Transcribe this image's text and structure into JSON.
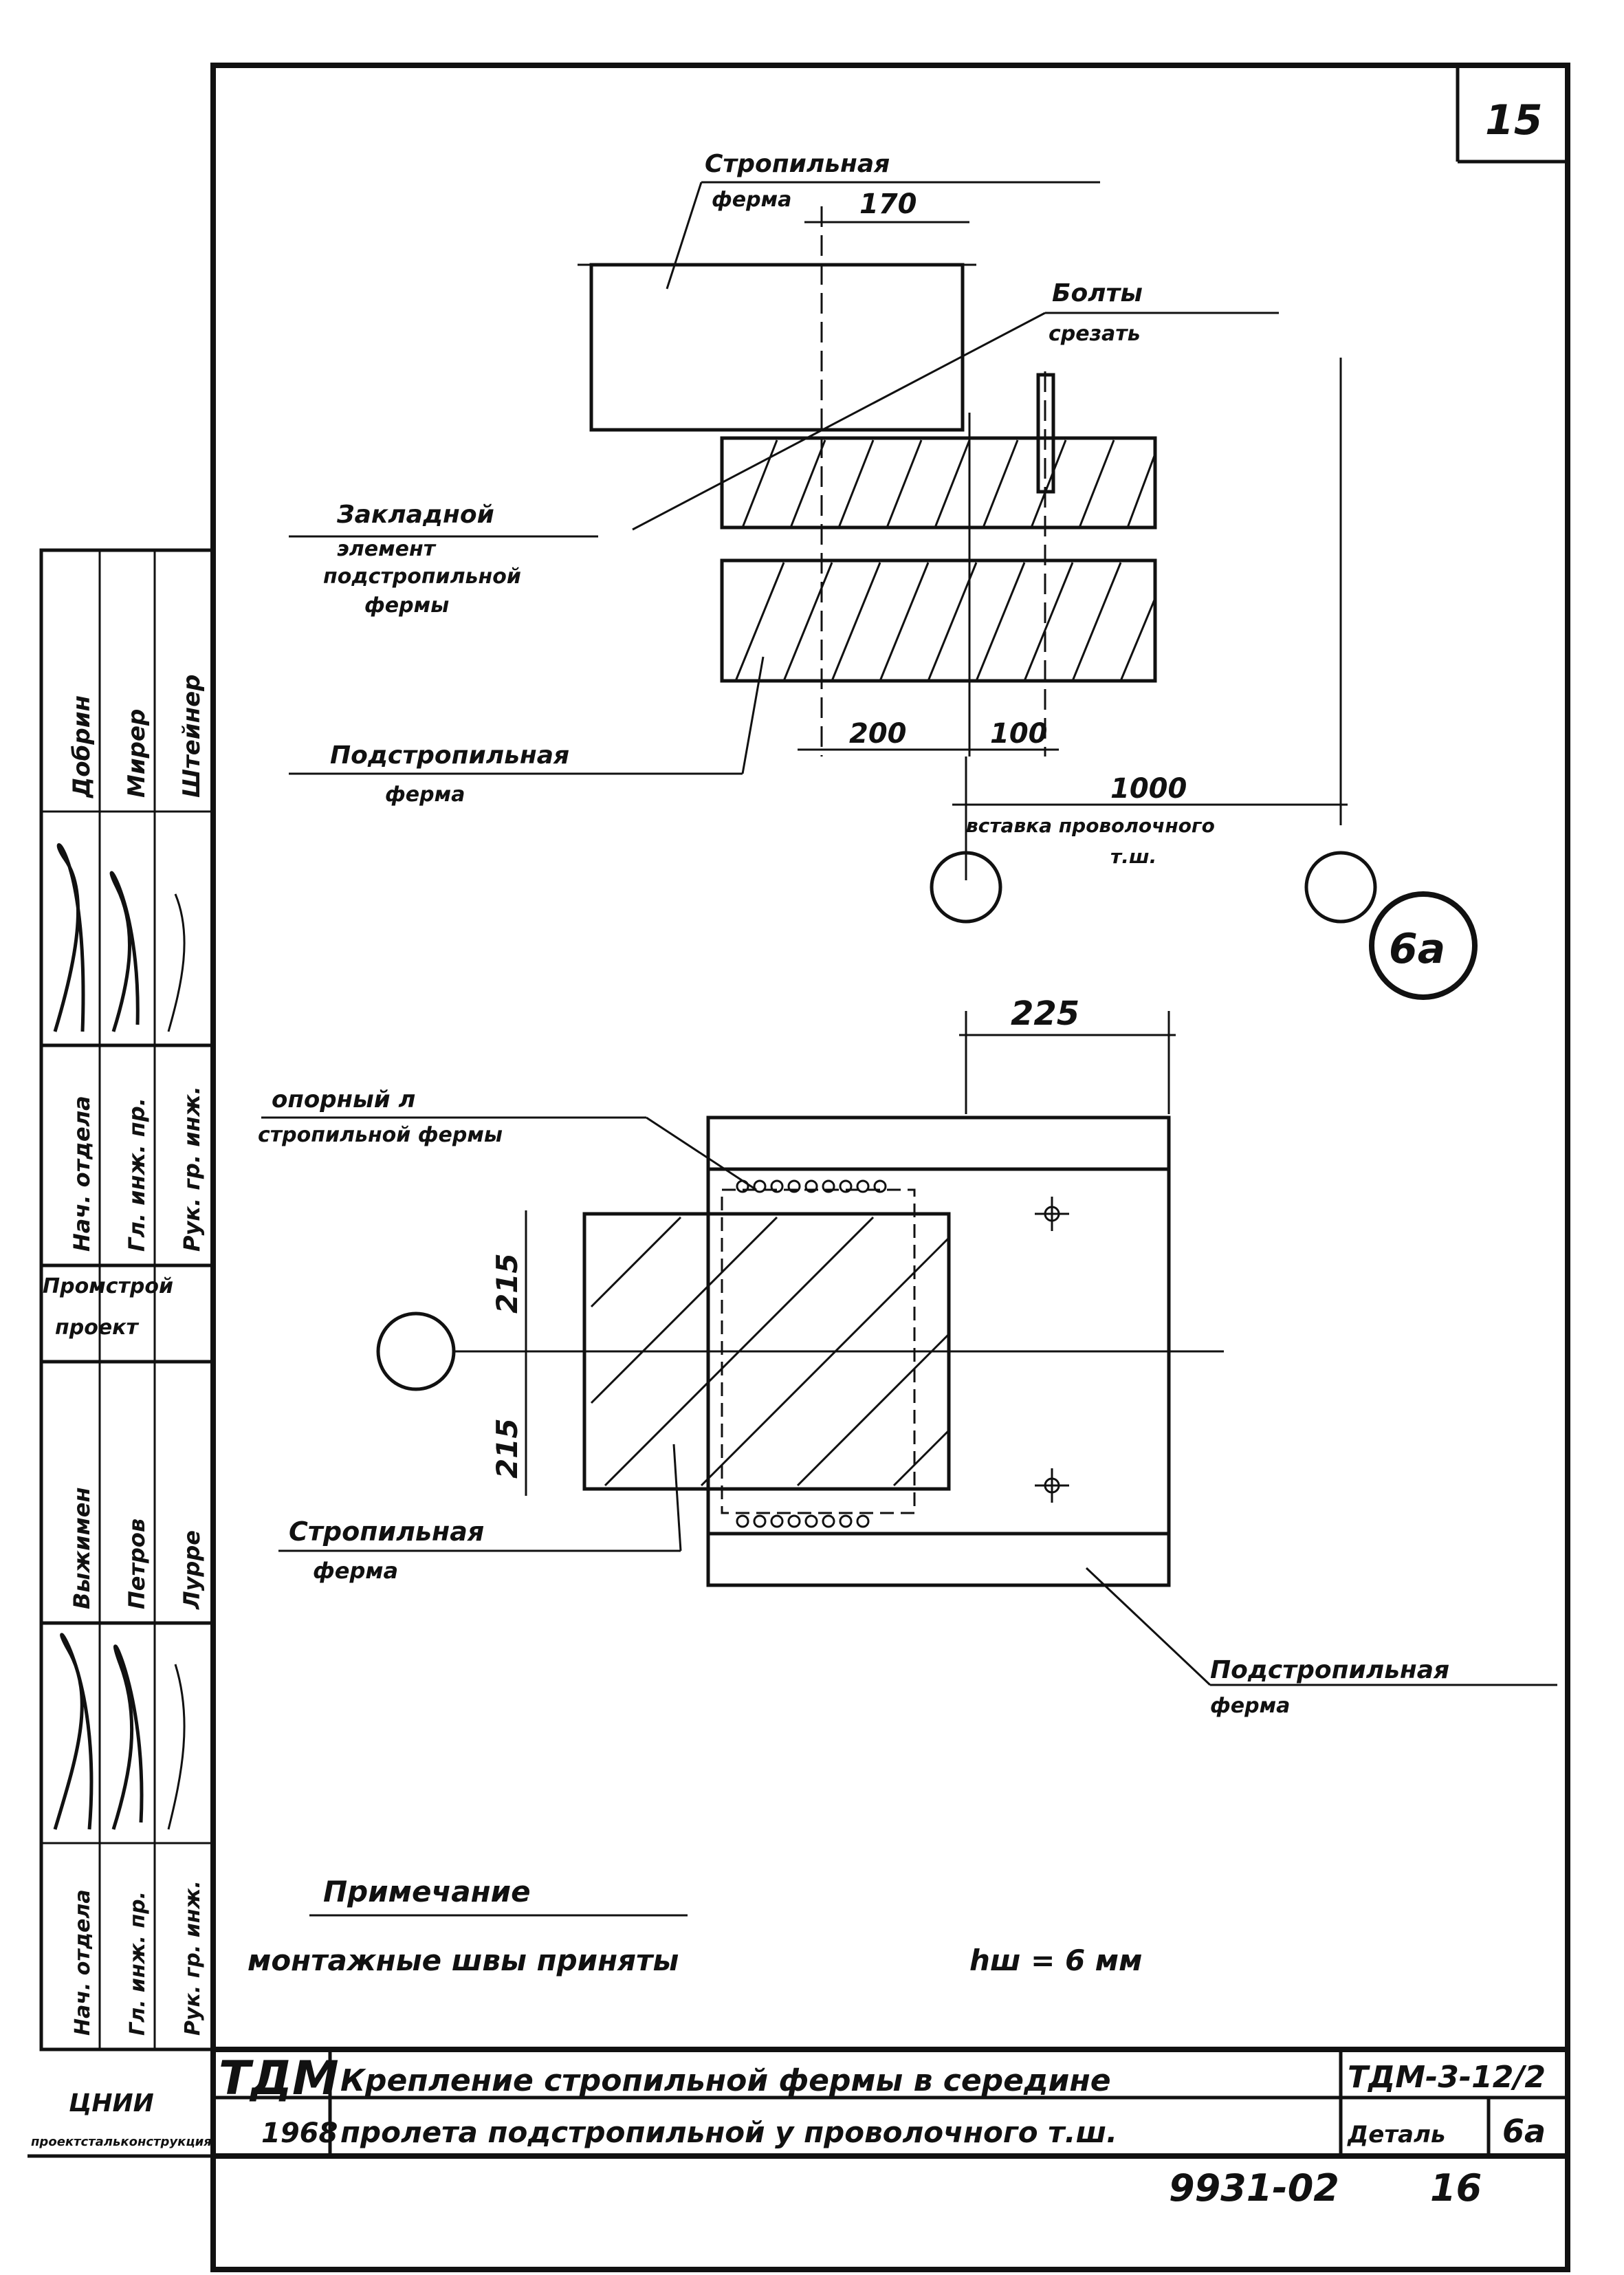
{
  "sheet": {
    "page_number": "15",
    "footer_code": "9931-02",
    "footer_page": "16"
  },
  "top_view": {
    "label_rafter_truss": [
      "Стропильная",
      "ферма"
    ],
    "label_bolts": [
      "Болты",
      "срезать"
    ],
    "label_embedded": [
      "Закладной",
      "элемент",
      "подстропильной",
      "фермы"
    ],
    "label_sub_truss": [
      "Подстропильная",
      "ферма"
    ],
    "dim_170": "170",
    "dim_200": "200",
    "dim_100": "100",
    "dim_1000": "1000",
    "dim_note": [
      "вставка проволочного",
      "т.ш."
    ]
  },
  "detail_mark": "6а",
  "bottom_view": {
    "dim_225": "225",
    "dim_215_top": "215",
    "dim_215_bottom": "215",
    "label_support": [
      "опорный л",
      "стропильной   фермы"
    ],
    "label_rafter_truss": [
      "Стропильная",
      "ферма"
    ],
    "label_sub_truss": [
      "Подстропильная",
      "ферма"
    ]
  },
  "note": {
    "heading": "Примечание",
    "text": "монтажные швы приняты",
    "formula": "hш = 6 мм"
  },
  "stamp": {
    "org": "ТДМ",
    "year": "1968",
    "title_line1": "Крепление стропильной фермы в середине",
    "title_line2": "пролета подстропильной у проволочного т.ш.",
    "code": "ТДМ-3-12/2",
    "detail_label": "Деталь",
    "detail_value": "6а",
    "bottom_org": [
      "ЦНИИ",
      "проектстальконструкция"
    ]
  },
  "side_stamp": {
    "block1_roles": [
      "Нач. отдела",
      "Гл. инж. пр.",
      "Рук. гр. инж."
    ],
    "block1_names": [
      "Добрин",
      "Мирер",
      "Штейнер"
    ],
    "org": [
      "Промстрой",
      "проект"
    ],
    "block2_names": [
      "Выжимен",
      "Петров",
      "Лурре"
    ],
    "block2_roles": [
      "Нач. отдела",
      "Гл. инж. пр.",
      "Рук. гр. инж."
    ]
  }
}
